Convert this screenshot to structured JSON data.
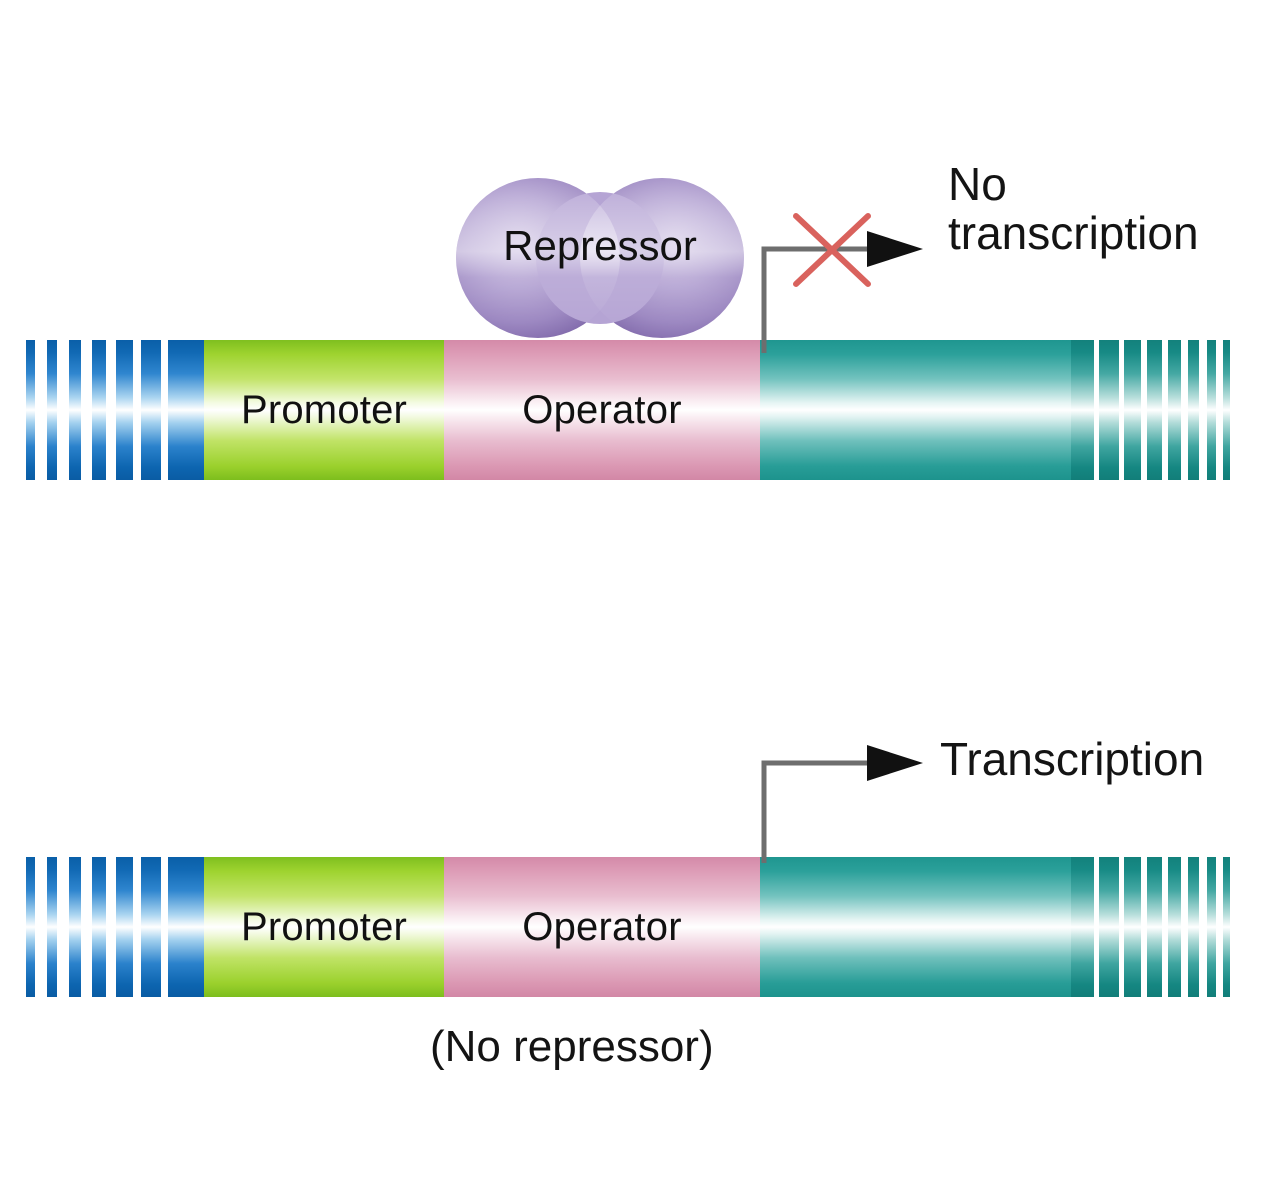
{
  "figure": {
    "title": "Operon regulation: repressor bound vs. unbound",
    "background_color": "#ffffff"
  },
  "colors": {
    "dna_flank_left": "#1169b4",
    "dna_flank_right": "#178a85",
    "promoter": "#9ed32f",
    "operator": "#dd9cb6",
    "gene": "#2ba09a",
    "repressor": "#8a76b5",
    "arrow_line": "#6e6e6e",
    "arrow_head": "#111111",
    "block_x": "#d9534f",
    "text": "#141414"
  },
  "panels": [
    {
      "id": "repressed",
      "segments": [
        {
          "name": "promoter",
          "label": "Promoter"
        },
        {
          "name": "operator",
          "label": "Operator"
        },
        {
          "name": "gene",
          "label": ""
        }
      ],
      "protein": {
        "name": "repressor",
        "label": "Repressor",
        "bound": true
      },
      "outcome": {
        "label": "No\ntranscription",
        "blocked": true,
        "block_marker": "red-x"
      },
      "caption": ""
    },
    {
      "id": "derepressed",
      "segments": [
        {
          "name": "promoter",
          "label": "Promoter"
        },
        {
          "name": "operator",
          "label": "Operator"
        },
        {
          "name": "gene",
          "label": ""
        }
      ],
      "protein": null,
      "outcome": {
        "label": "Transcription",
        "blocked": false,
        "block_marker": ""
      },
      "caption": "(No repressor)"
    }
  ],
  "icons": {
    "block": "red-x-icon",
    "arrowhead": "arrowhead-icon"
  }
}
